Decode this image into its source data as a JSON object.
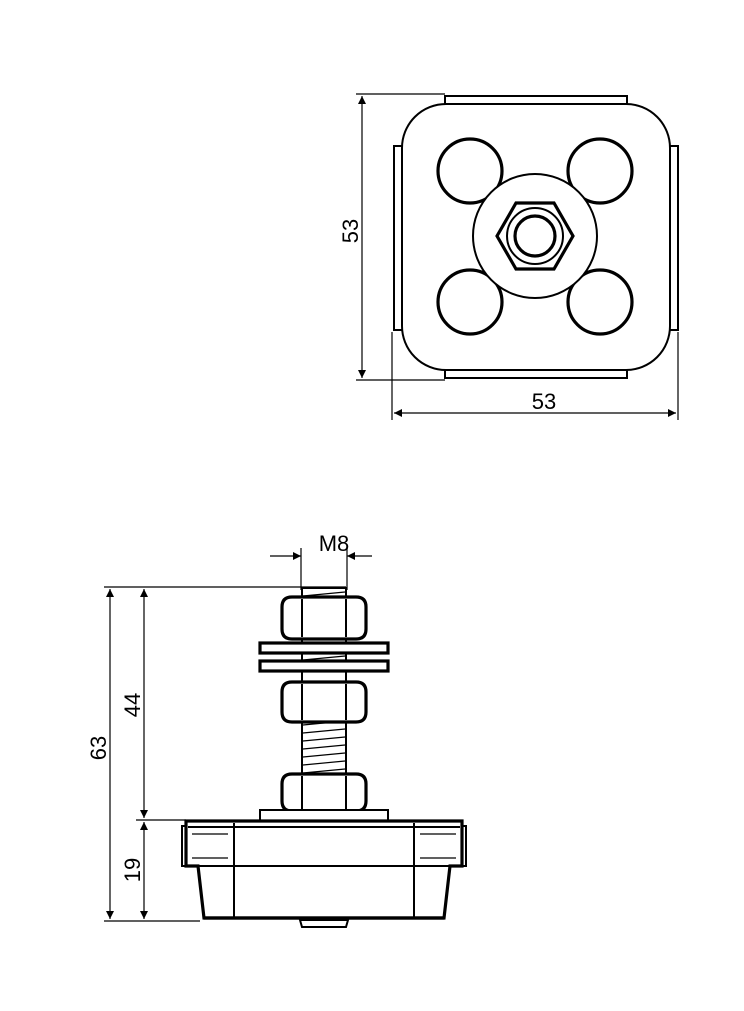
{
  "top_view": {
    "height_dimension": "53",
    "width_dimension": "53"
  },
  "side_view": {
    "thread_label": "M8",
    "total_height": "63",
    "stud_height": "44",
    "base_height": "19"
  }
}
